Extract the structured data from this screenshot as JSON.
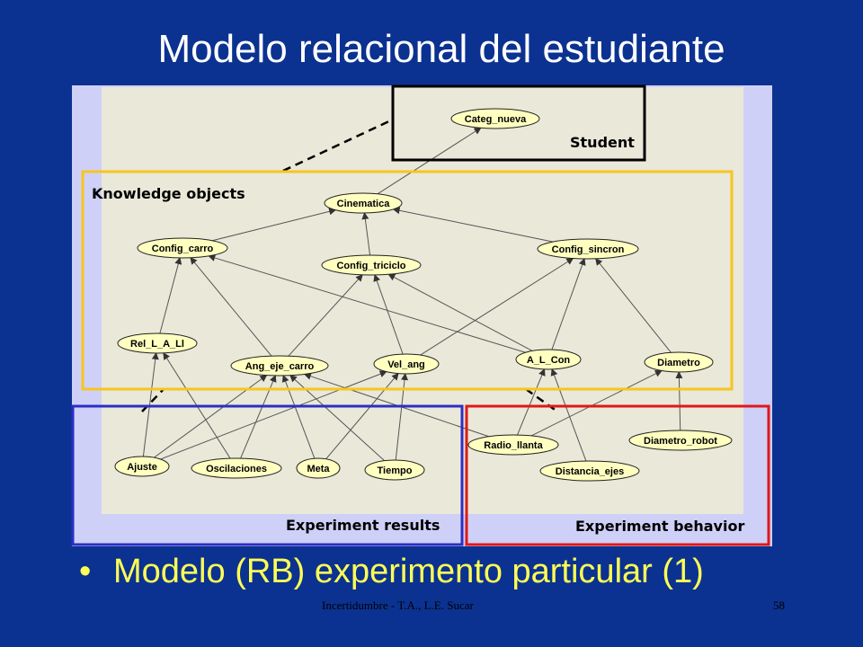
{
  "slide": {
    "title": "Modelo relacional del estudiante",
    "bullet": "Modelo (RB) experimento particular (1)",
    "bullet_marker": "•",
    "footer": "Incertidumbre - T.A., L.E. Sucar",
    "page_number": "58"
  },
  "groups": {
    "student": "Student",
    "knowledge": "Knowledge objects",
    "results": "Experiment results",
    "behavior": "Experiment behavior"
  },
  "colors": {
    "background": "#0b3290",
    "student_box": "#000000",
    "knowledge_box": "#f7c520",
    "results_box": "#2b2fc4",
    "behavior_box": "#e01818",
    "node_fill": "#ffffc0",
    "bullet_text": "#ffff55"
  },
  "nodes": [
    {
      "id": "categ_nueva",
      "label": "Categ_nueva"
    },
    {
      "id": "cinematica",
      "label": "Cinematica"
    },
    {
      "id": "config_carro",
      "label": "Config_carro"
    },
    {
      "id": "config_triciclo",
      "label": "Config_triciclo"
    },
    {
      "id": "config_sincron",
      "label": "Config_sincron"
    },
    {
      "id": "rel_l_a_ll",
      "label": "Rel_L_A_Ll"
    },
    {
      "id": "ang_eje_carro",
      "label": "Ang_eje_carro"
    },
    {
      "id": "vel_ang",
      "label": "Vel_ang"
    },
    {
      "id": "a_l_con",
      "label": "A_L_Con"
    },
    {
      "id": "diametro",
      "label": "Diametro"
    },
    {
      "id": "radio_llanta",
      "label": "Radio_llanta"
    },
    {
      "id": "diametro_robot",
      "label": "Diametro_robot"
    },
    {
      "id": "distancia_ejes",
      "label": "Distancia_ejes"
    },
    {
      "id": "ajuste",
      "label": "Ajuste"
    },
    {
      "id": "oscilaciones",
      "label": "Oscilaciones"
    },
    {
      "id": "meta",
      "label": "Meta"
    },
    {
      "id": "tiempo",
      "label": "Tiempo"
    }
  ],
  "edges": [
    [
      "cinematica",
      "categ_nueva"
    ],
    [
      "config_carro",
      "cinematica"
    ],
    [
      "config_triciclo",
      "cinematica"
    ],
    [
      "config_sincron",
      "cinematica"
    ],
    [
      "rel_l_a_ll",
      "config_carro"
    ],
    [
      "ang_eje_carro",
      "config_carro"
    ],
    [
      "a_l_con",
      "config_carro"
    ],
    [
      "ang_eje_carro",
      "config_triciclo"
    ],
    [
      "vel_ang",
      "config_triciclo"
    ],
    [
      "a_l_con",
      "config_triciclo"
    ],
    [
      "vel_ang",
      "config_sincron"
    ],
    [
      "a_l_con",
      "config_sincron"
    ],
    [
      "diametro",
      "config_sincron"
    ],
    [
      "ajuste",
      "rel_l_a_ll"
    ],
    [
      "oscilaciones",
      "rel_l_a_ll"
    ],
    [
      "ajuste",
      "ang_eje_carro"
    ],
    [
      "oscilaciones",
      "ang_eje_carro"
    ],
    [
      "meta",
      "ang_eje_carro"
    ],
    [
      "radio_llanta",
      "ang_eje_carro"
    ],
    [
      "ajuste",
      "vel_ang"
    ],
    [
      "meta",
      "vel_ang"
    ],
    [
      "tiempo",
      "vel_ang"
    ],
    [
      "tiempo",
      "ang_eje_carro"
    ],
    [
      "radio_llanta",
      "a_l_con"
    ],
    [
      "distancia_ejes",
      "a_l_con"
    ],
    [
      "radio_llanta",
      "diametro"
    ],
    [
      "diametro_robot",
      "diametro"
    ]
  ]
}
